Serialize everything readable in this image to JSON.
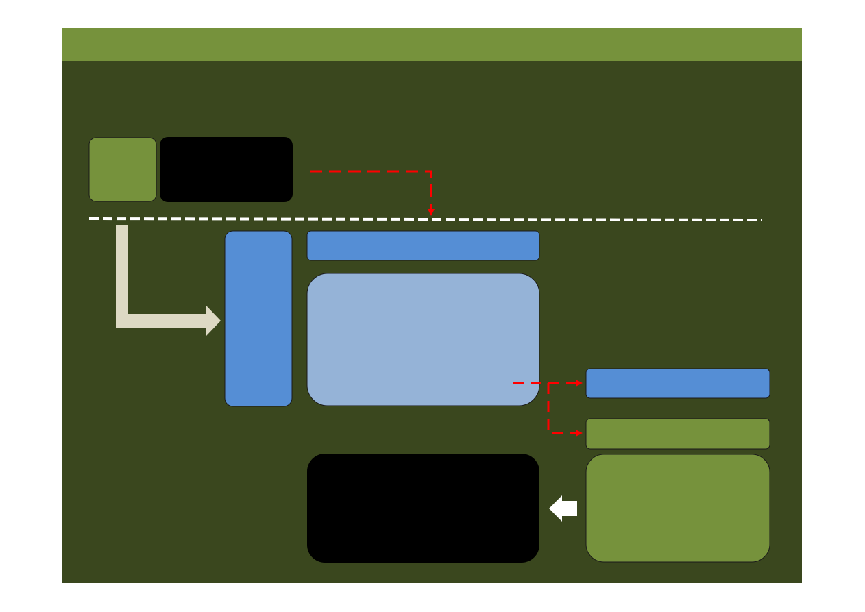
{
  "colors": {
    "page_background": "#ffffff",
    "header_bar": "#76923c",
    "slide_background": "#3a471e",
    "green_box": "#76923c",
    "black_box": "#000000",
    "blue_box": "#558ed5",
    "light_blue_box": "#95b3d7",
    "dashed_divider": "#ffffff",
    "dashed_connector": "#ff0000",
    "beige_arrow": "#ddd9c4",
    "white_arrow": "#ffffff"
  },
  "diagram": {
    "boxes": [
      {
        "name": "top-left-green-square",
        "color": "green_box"
      },
      {
        "name": "top-black-box",
        "color": "black_box"
      },
      {
        "name": "tall-blue-column",
        "color": "blue_box"
      },
      {
        "name": "blue-header-bar",
        "color": "blue_box"
      },
      {
        "name": "large-light-blue-box",
        "color": "light_blue_box"
      },
      {
        "name": "right-blue-bar",
        "color": "blue_box"
      },
      {
        "name": "right-green-bar",
        "color": "green_box"
      },
      {
        "name": "bottom-black-box",
        "color": "black_box"
      },
      {
        "name": "bottom-right-green-box",
        "color": "green_box"
      }
    ],
    "connectors": [
      {
        "name": "red-dashed-connector-to-divider",
        "style": "dashed",
        "color": "dashed_connector"
      },
      {
        "name": "red-dashed-connector-to-blue-bar",
        "style": "dashed",
        "color": "dashed_connector"
      },
      {
        "name": "red-dashed-connector-to-green-bar",
        "style": "dashed",
        "color": "dashed_connector"
      },
      {
        "name": "white-dashed-divider",
        "style": "dashed",
        "color": "dashed_divider"
      },
      {
        "name": "beige-bent-arrow",
        "style": "block-arrow",
        "color": "beige_arrow"
      },
      {
        "name": "white-left-arrow",
        "style": "block-arrow",
        "color": "white_arrow"
      }
    ]
  }
}
